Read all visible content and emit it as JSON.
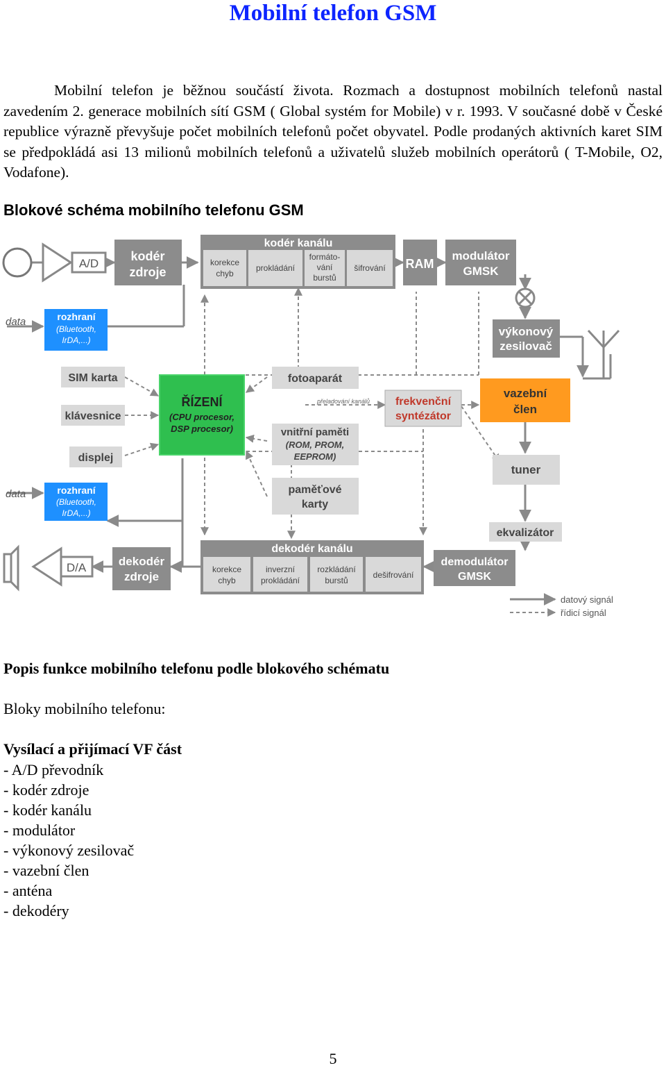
{
  "page": {
    "title": "Mobilní telefon GSM",
    "intro": "Mobilní telefon je běžnou součástí života. Rozmach a dostupnost mobilních telefonů nastal zavedením 2. generace mobilních sítí GSM ( Global systém for Mobile) v r. 1993. V současné době v České republice výrazně převyšuje počet mobilních telefonů počet obyvatel. Podle prodaných aktivních karet SIM se předpokládá asi 13 milionů mobilních telefonů a uživatelů služeb mobilních operátorů ( T-Mobile, O2, Vodafone).",
    "schema_heading": "Blokové schéma mobilního telefonu GSM",
    "section_heading": "Popis funkce mobilního telefonu podle blokového schématu",
    "blocks_label": "Bloky mobilního telefonu:",
    "list_heading": "Vysílací a přijímací VF část",
    "list_items": [
      "- A/D převodník",
      "- kodér zdroje",
      "- kodér kanálu",
      "- modulátor",
      "- výkonový zesilovač",
      "- vazební člen",
      "- anténa",
      "- dekodéry"
    ],
    "page_number": "5"
  },
  "diagram": {
    "ad": "A/D",
    "da": "D/A",
    "coder_source": [
      "kodér",
      "zdroje"
    ],
    "decoder_source": [
      "dekodér",
      "zdroje"
    ],
    "channel_coder": "kodér kanálu",
    "channel_decoder": "dekodér kanálu",
    "correction": [
      "korekce",
      "chyb"
    ],
    "interleaving": "prokládání",
    "burst_forming": [
      "formáto-",
      "vání",
      "burstů"
    ],
    "encryption": "šifrování",
    "inverse_interleave": [
      "inverzní",
      "prokládání"
    ],
    "burst_deinterleave": [
      "rozkládání",
      "burstů"
    ],
    "decryption": "dešifrování",
    "ram": "RAM",
    "modulator": [
      "modulátor",
      "GMSK"
    ],
    "demodulator": [
      "demodulátor",
      "GMSK"
    ],
    "power_amp": [
      "výkonový",
      "zesilovač"
    ],
    "coupling": [
      "vazební",
      "člen"
    ],
    "synth": [
      "frekvenční",
      "syntézátor"
    ],
    "tuner": "tuner",
    "equalizer": "ekvalizátor",
    "data": "data",
    "interface": [
      "rozhraní",
      "(Bluetooth,",
      "IrDA,...)"
    ],
    "sim": "SIM karta",
    "keyboard": "klávesnice",
    "display": "displej",
    "control": [
      "ŘÍZENÍ",
      "(CPU procesor,",
      "DSP procesor)"
    ],
    "camera": "fotoaparát",
    "internal_memory": [
      "vnitřní paměti",
      "(ROM, PROM,",
      "EEPROM)"
    ],
    "memory_cards": [
      "paměťové",
      "karty"
    ],
    "channel_switch": "přeladování kanálů",
    "legend_data": "datový signál",
    "legend_control": "řídicí signál",
    "colors": {
      "grey_block": "#8c8c8c",
      "light_block": "#d9d9d9",
      "green": "#2fbf4f",
      "blue": "#1e90ff",
      "orange": "#ff9a1f",
      "line": "#8a8a8a"
    }
  }
}
